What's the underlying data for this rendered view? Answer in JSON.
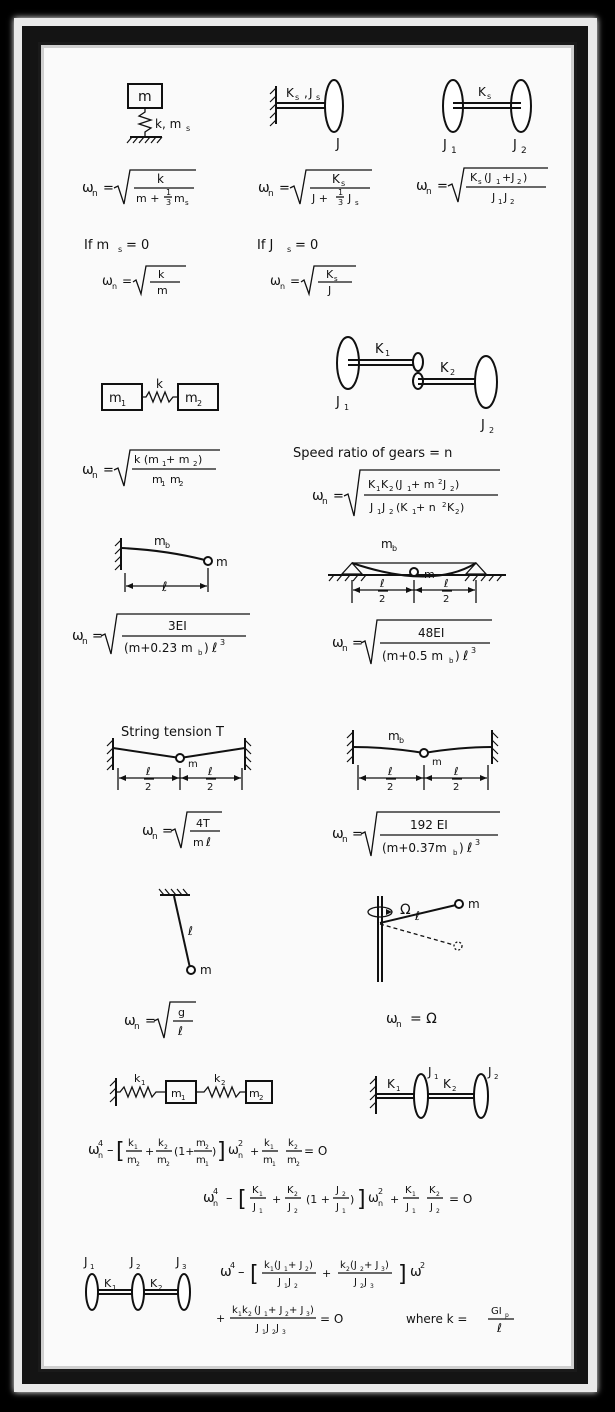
{
  "labels": {
    "m": "m",
    "k_ms": "k, m",
    "ms_sub": "s",
    "ks_js": "K",
    "s": "s",
    "js": "J",
    "J": "J",
    "J1": "J",
    "J2": "J",
    "J3": "J",
    "Ks": "K",
    "m1": "m",
    "m2": "m",
    "k": "k",
    "K1": "K",
    "K2": "K",
    "k1": "k",
    "k2": "k",
    "mb": "m",
    "b": "b",
    "l": "ℓ",
    "two": "2",
    "one": "1",
    "three": "3",
    "omega_n": "ω",
    "n": "n",
    "eq": "=",
    "string_tension": "String tension T",
    "Omega": "Ω",
    "if_ms": "If  m",
    "if_js": "If  J",
    "eq_zero": "= 0",
    "speed_ratio": "Speed ratio of gears = n",
    "where_k": "where  k =",
    "GIp": "GI",
    "p": "p"
  },
  "formulas": {
    "f1_num": "k",
    "f1_den": "m + ",
    "f1_den2": "m",
    "f2_num": "K",
    "f2_den": "J + ",
    "f3_num": "K",
    "f3_num2": "(J",
    "f3_den": "J",
    "f4_num": "k",
    "f4_den": "m",
    "f5_num": "K",
    "f5_den": "J",
    "f6_num": "k (m",
    "f6_num2": " + m",
    "f6_den": "m",
    "f7_num": "K",
    "f7_num2": "(J",
    "f7_num3": " + m",
    "f7_den": "J",
    "f7_den2": "(K",
    "f7_den3": " + n",
    "f8_num": "3EI",
    "f8_den": "(m+0.23 m",
    "f9_num": "48EI",
    "f9_den": "(m+0.5 m",
    "f10_num": "4T",
    "f10_den": "m",
    "f11_num": "192 EI",
    "f11_den": "(m+0.37m",
    "f12_num": "g",
    "f13_rhs": "= Ω",
    "eq1": "ω",
    "eq3_a": "ω",
    "eq3_b": "k",
    "eq3_c": "(J",
    "eq3_d": "+ J",
    "zero": "= O",
    "minus": "–"
  }
}
